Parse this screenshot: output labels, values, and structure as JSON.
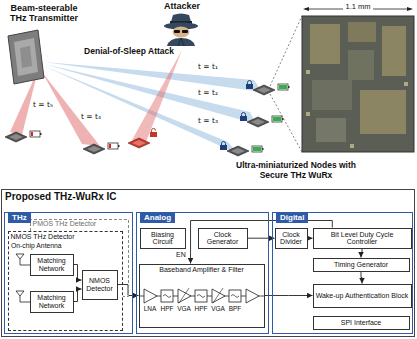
{
  "diagram": {
    "nodes": [
      {
        "text": [
          "Proposed THz-WuRx IC"
        ]
      },
      {
        "text": [
          "THz"
        ],
        "in": 0
      },
      {
        "text": [
          "PMOS THz Detector"
        ],
        "in": 1
      },
      {
        "text": [
          "NMOS THz Detector"
        ],
        "in": 1
      },
      {
        "text": [
          "Matching Network"
        ],
        "in": 3
      },
      {
        "text": [
          "Matching Network"
        ],
        "in": 3
      },
      {
        "text": [
          "NMOS Detector"
        ],
        "in": 3
      },
      {
        "text": [
          "Analog"
        ],
        "in": 0
      },
      {
        "text": [
          "Biasing Circuit"
        ],
        "in": 7
      },
      {
        "text": [
          "Clock Generator"
        ],
        "in": 7
      },
      {
        "text": [
          "Baseband Amplifier & Filter"
        ],
        "in": 7
      },
      {
        "text": [
          "Digital"
        ],
        "in": 0
      },
      {
        "text": [
          "Clock Divider"
        ],
        "in": 11
      },
      {
        "text": [
          "Bit Level Duty Cycle Controller"
        ],
        "in": 11
      },
      {
        "text": [
          "Timing Generator"
        ],
        "in": 11
      },
      {
        "text": [
          "Wake-up Authentication Block"
        ],
        "in": 11
      },
      {
        "text": [
          "SPI Interface"
        ],
        "in": 11
      }
    ],
    "edges": [
      {
        "from": 4,
        "to": 6,
        "arrow": "to"
      },
      {
        "from": 5,
        "to": 6,
        "arrow": "to"
      },
      {
        "from": 6,
        "to": 10,
        "arrow": "to"
      },
      {
        "from": 9,
        "to": 12,
        "arrow": "to"
      },
      {
        "from": 12,
        "to": 13,
        "arrow": "to"
      },
      {
        "from": 13,
        "to": 14,
        "arrow": "to"
      },
      {
        "from": 14,
        "to": 15,
        "arrow": "to"
      },
      {
        "from": 10,
        "to": 15,
        "arrow": "to"
      },
      {
        "from": 13,
        "to": 10,
        "label": "EN",
        "arrow": "to"
      }
    ],
    "labels": [
      "Beam-steerable THz Transmitter",
      "Attacker",
      "1.1 mm",
      "Denial-of-Sleep Attack",
      "t = t₁",
      "t = t₂",
      "t = t₃",
      "t = t₅",
      "t = t₄",
      "Ultra-miniaturized Nodes with Secure THz WuRx",
      "On-chip Antenna",
      "LNA",
      "HPF",
      "VGA",
      "HPF",
      "VGA",
      "BPF"
    ]
  }
}
